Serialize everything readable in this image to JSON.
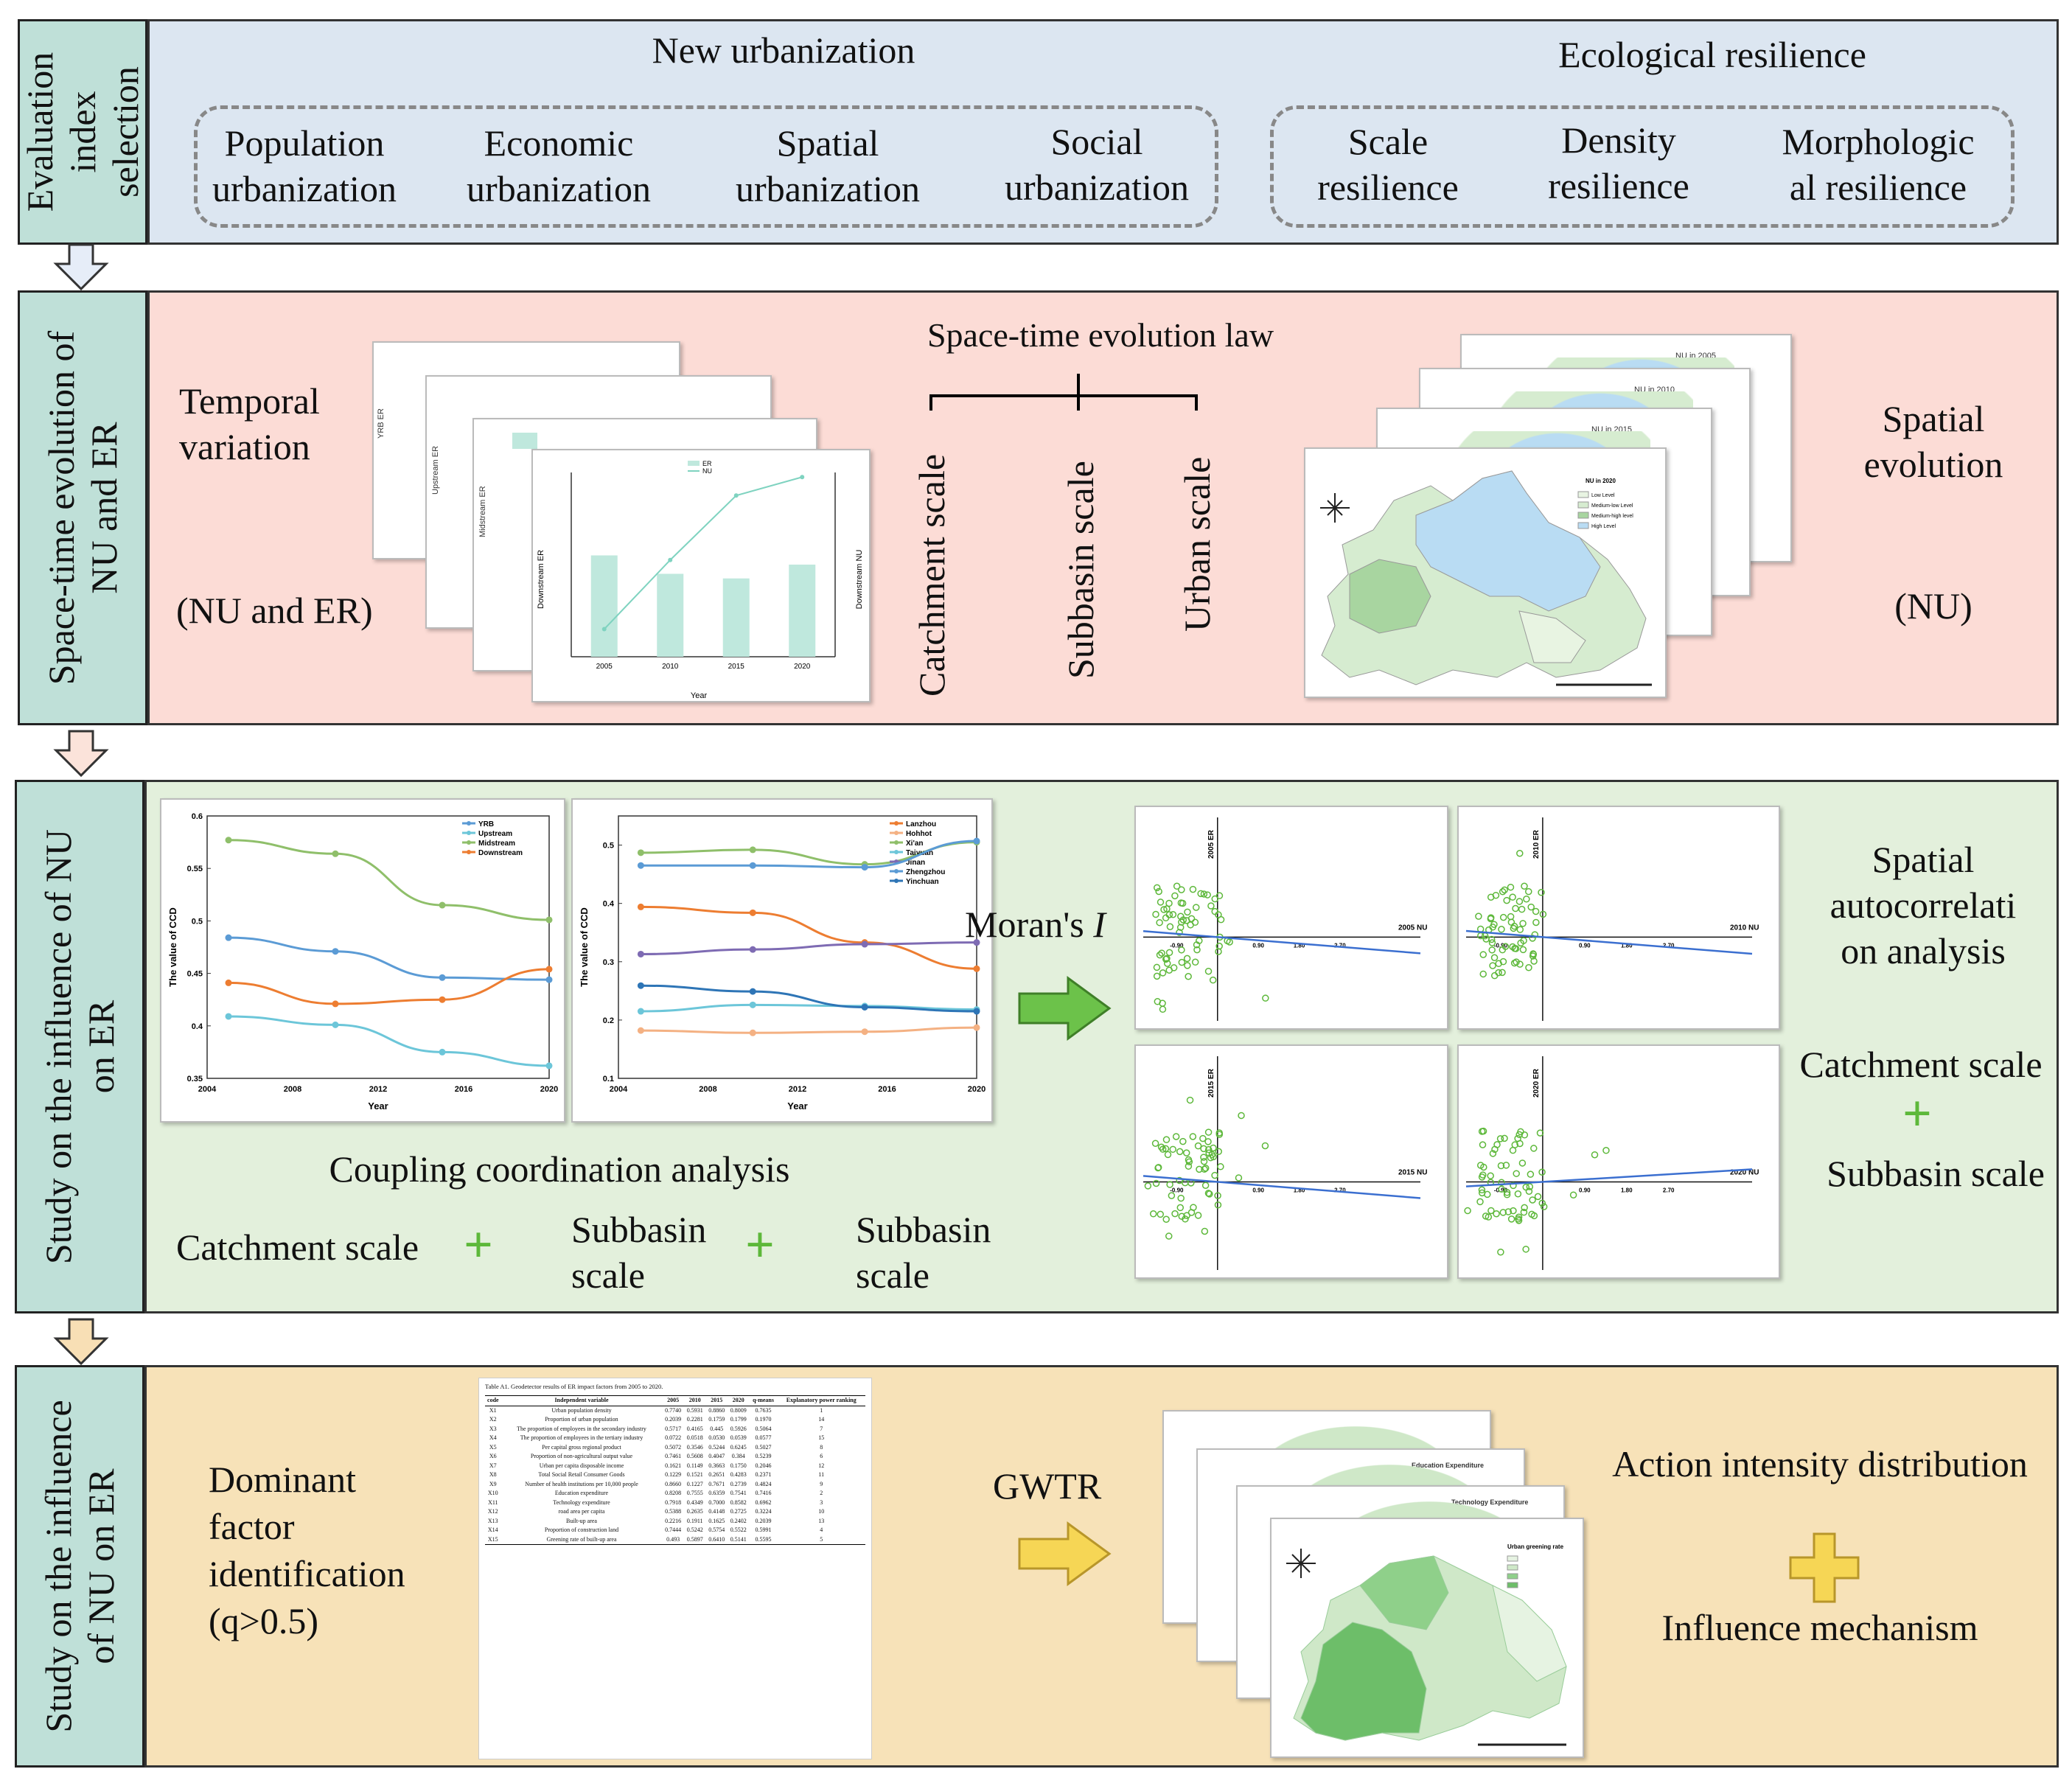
{
  "rows": [
    {
      "side_label": "Evaluation index selection",
      "side_lines": [
        "Evaluation",
        "index",
        "selection"
      ]
    },
    {
      "side_label": "Space-time evolution of NU and ER",
      "side_lines": [
        "Space-time evolution of",
        "NU and ER"
      ]
    },
    {
      "side_label": "Study on the influence of NU on ER",
      "side_lines": [
        "Study on the influence of NU",
        "on ER"
      ]
    },
    {
      "side_label": "Study on the influence of NU on ER",
      "side_lines": [
        "Study on the influence",
        "of NU on ER"
      ]
    }
  ],
  "row1": {
    "nu_title": "New urbanization",
    "er_title": "Ecological resilience",
    "nu_items": [
      [
        "Population",
        "urbanization"
      ],
      [
        "Economic",
        "urbanization"
      ],
      [
        "Spatial",
        "urbanization"
      ],
      [
        "Social",
        "urbanization"
      ]
    ],
    "er_items": [
      [
        "Scale",
        "resilience"
      ],
      [
        "Density",
        "resilience"
      ],
      [
        "Morphologic",
        "al resilience"
      ]
    ]
  },
  "row2": {
    "temporal": [
      "Temporal",
      "variation"
    ],
    "temporal_sub": "(NU and ER)",
    "law_title": "Space-time evolution law",
    "scales": [
      "Catchment scale",
      "Subbasin scale",
      "Urban scale"
    ],
    "spatial": [
      "Spatial",
      "evolution"
    ],
    "spatial_sub": "(NU)",
    "chart_years": [
      "2005",
      "2010",
      "2015",
      "2020"
    ],
    "chart_xlabel": "Year",
    "chart_ylabels": [
      "YRB ER",
      "Upstream ER",
      "Midstream ER",
      "Downstream ER"
    ],
    "chart_y2label": "Downstream NU",
    "chart_legend": [
      "ER",
      "NU"
    ],
    "map_titles": [
      "NU in 2005",
      "NU in 2010",
      "NU in 2015",
      "NU in 2020"
    ],
    "map_legend": [
      "Low Level",
      "Medium-low Level",
      "Medium-high level",
      "High Level"
    ]
  },
  "row3": {
    "ccd_xlabel": "Year",
    "ccd_ylabel": "The value of CCD",
    "ccd1_legend": [
      "YRB",
      "Upstream",
      "Midstream",
      "Downstream"
    ],
    "ccd2_legend": [
      "Lanzhou",
      "Hohhot",
      "Xi'an",
      "Taiyuan",
      "Jinan",
      "Zhengzhou",
      "Yinchuan"
    ],
    "coupling_title": "Coupling coordination analysis",
    "scale_labels": [
      "Catchment scale",
      "Subbasin scale",
      "Subbasin scale"
    ],
    "moran": "Moran's ",
    "moran_i": "I",
    "scatter_years": [
      "2005",
      "2010",
      "2015",
      "2020"
    ],
    "spatial_auto": [
      "Spatial",
      "autocorrelati",
      "on analysis"
    ],
    "right_scales": [
      "Catchment scale",
      "Subbasin scale"
    ]
  },
  "row4": {
    "dominant": [
      "Dominant",
      "factor",
      "identification",
      "(q>0.5)"
    ],
    "table_caption": "Table A1. Geodetector results of ER impact factors from 2005 to 2020.",
    "table_headers": [
      "code",
      "Independent variable",
      "2005",
      "2010",
      "2015",
      "2020",
      "q-means",
      "Explanatory power ranking"
    ],
    "table_rows": [
      [
        "X1",
        "Urban population density",
        "0.7740",
        "0.5931",
        "0.8860",
        "0.8009",
        "0.7635",
        "1"
      ],
      [
        "X2",
        "Proportion of urban population",
        "0.2039",
        "0.2281",
        "0.1759",
        "0.1799",
        "0.1970",
        "14"
      ],
      [
        "X3",
        "The proportion of employees in the secondary industry",
        "0.5717",
        "0.4165",
        "0.445",
        "0.5926",
        "0.5064",
        "7"
      ],
      [
        "X4",
        "The proportion of employees in the tertiary industry",
        "0.0722",
        "0.0518",
        "0.0530",
        "0.0539",
        "0.0577",
        "15"
      ],
      [
        "X5",
        "Per capital gross regional product",
        "0.5072",
        "0.3546",
        "0.5244",
        "0.6245",
        "0.5027",
        "8"
      ],
      [
        "X6",
        "Proportion of non-agricultural output value",
        "0.7461",
        "0.5608",
        "0.4047",
        "0.384",
        "0.5239",
        "6"
      ],
      [
        "X7",
        "Urban per capita disposable income",
        "0.1621",
        "0.1149",
        "0.3663",
        "0.1750",
        "0.2046",
        "12"
      ],
      [
        "X8",
        "Total Social Retail Consumer Goods",
        "0.1229",
        "0.1521",
        "0.2651",
        "0.4283",
        "0.2371",
        "11"
      ],
      [
        "X9",
        "Number of health institutions per 10,000 people",
        "0.8660",
        "0.1227",
        "0.7671",
        "0.2739",
        "0.4824",
        "9"
      ],
      [
        "X10",
        "Education expenditure",
        "0.8208",
        "0.7555",
        "0.6359",
        "0.7541",
        "0.7416",
        "2"
      ],
      [
        "X11",
        "Technology expenditure",
        "0.7918",
        "0.4349",
        "0.7000",
        "0.8582",
        "0.6962",
        "3"
      ],
      [
        "X12",
        "road area per capita",
        "0.5388",
        "0.2635",
        "0.4148",
        "0.2725",
        "0.3224",
        "10"
      ],
      [
        "X13",
        "Built-up area",
        "0.2216",
        "0.1911",
        "0.1625",
        "0.2402",
        "0.2039",
        "13"
      ],
      [
        "X14",
        "Proportion of construction land",
        "0.7444",
        "0.5242",
        "0.5754",
        "0.5522",
        "0.5991",
        "4"
      ],
      [
        "X15",
        "Greening rate of built-up area",
        "0.493",
        "0.5897",
        "0.6410",
        "0.5141",
        "0.5595",
        "5"
      ]
    ],
    "gwtr": "GWTR",
    "map_titles": [
      "Education Expenditure",
      "Technology Expenditure",
      "Urban greening rate"
    ],
    "action": "Action intensity distribution",
    "mechanism": "Influence mechanism"
  },
  "colors": {
    "side": "#bfe0d8",
    "row1_bg": "#dce6f1",
    "row2_bg": "#fcdcd6",
    "row3_bg": "#e3f0dc",
    "row4_bg": "#f7e2b8",
    "green_arrow": "#6cc24a",
    "yellow_arrow": "#f6d655"
  },
  "chart_data": [
    {
      "type": "line",
      "title": "",
      "xlabel": "Year",
      "ylabel": "The value of CCD",
      "x": [
        2005,
        2010,
        2015,
        2020
      ],
      "xticks": [
        2004,
        2008,
        2012,
        2016,
        2020
      ],
      "ylim": [
        0.35,
        0.6
      ],
      "yticks": [
        0.35,
        0.4,
        0.45,
        0.5,
        0.55,
        0.6
      ],
      "series": [
        {
          "name": "YRB",
          "color": "#5b9bd5",
          "values": [
            0.484,
            0.471,
            0.446,
            0.444
          ]
        },
        {
          "name": "Upstream",
          "color": "#6cc6d9",
          "values": [
            0.409,
            0.401,
            0.375,
            0.362
          ]
        },
        {
          "name": "Midstream",
          "color": "#8fbf6a",
          "values": [
            0.577,
            0.564,
            0.515,
            0.501
          ]
        },
        {
          "name": "Downstream",
          "color": "#ed7d31",
          "values": [
            0.441,
            0.421,
            0.425,
            0.454
          ]
        }
      ]
    },
    {
      "type": "line",
      "title": "",
      "xlabel": "Year",
      "ylabel": "The value of CCD",
      "x": [
        2005,
        2010,
        2015,
        2020
      ],
      "xticks": [
        2004,
        2008,
        2012,
        2016,
        2020
      ],
      "ylim": [
        0.1,
        0.55
      ],
      "yticks": [
        0.1,
        0.2,
        0.3,
        0.4,
        0.5
      ],
      "series": [
        {
          "name": "Lanzhou",
          "color": "#ed7d31",
          "values": [
            0.394,
            0.384,
            0.333,
            0.288
          ]
        },
        {
          "name": "Hohhot",
          "color": "#f4b183",
          "values": [
            0.182,
            0.178,
            0.18,
            0.187
          ]
        },
        {
          "name": "Xi'an",
          "color": "#8fbf6a",
          "values": [
            0.487,
            0.492,
            0.467,
            0.505
          ]
        },
        {
          "name": "Taiyuan",
          "color": "#6cc6d9",
          "values": [
            0.215,
            0.226,
            0.224,
            0.218
          ]
        },
        {
          "name": "Jinan",
          "color": "#7e6bb3",
          "values": [
            0.313,
            0.321,
            0.33,
            0.333
          ]
        },
        {
          "name": "Zhengzhou",
          "color": "#5b9bd5",
          "values": [
            0.465,
            0.465,
            0.462,
            0.507
          ]
        },
        {
          "name": "Yinchuan",
          "color": "#2e75b6",
          "values": [
            0.259,
            0.249,
            0.222,
            0.215
          ]
        }
      ]
    },
    {
      "type": "bar",
      "title": "",
      "xlabel": "Year",
      "ylabel": "Downstream ER",
      "categories": [
        "2005",
        "2010",
        "2015",
        "2020"
      ],
      "ylim": [
        0,
        0.4
      ],
      "series": [
        {
          "name": "ER",
          "values": [
            0.22,
            0.18,
            0.17,
            0.2
          ]
        },
        {
          "name": "NU",
          "values": [
            2.1,
            3.6,
            5.0,
            5.4
          ]
        }
      ]
    }
  ]
}
